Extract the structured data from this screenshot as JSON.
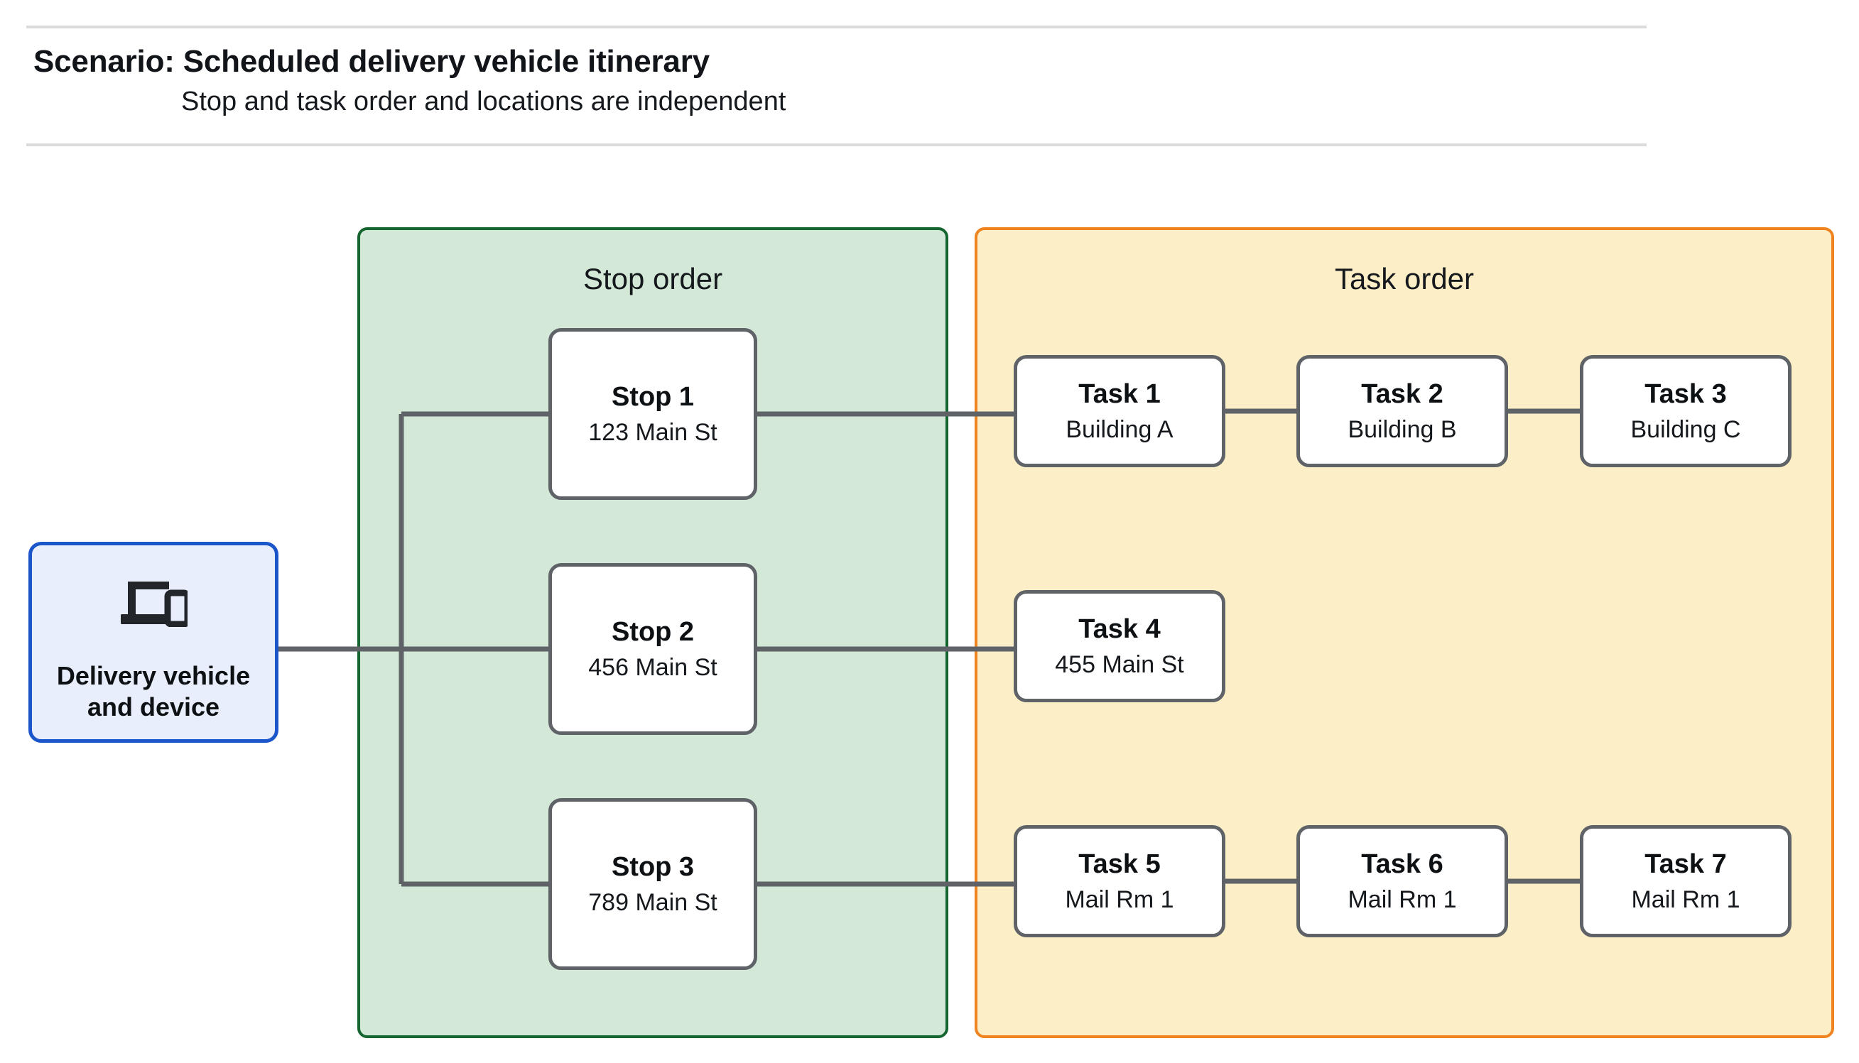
{
  "header": {
    "title": "Scenario: Scheduled delivery vehicle itinerary",
    "subtitle": "Stop and task order and locations are independent"
  },
  "vehicle": {
    "label": "Delivery vehicle\nand device",
    "icon": "devices-icon"
  },
  "groups": {
    "stop": {
      "title": "Stop order",
      "fill": "#d3e8d7",
      "border": "#14652f"
    },
    "task": {
      "title": "Task order",
      "fill": "#fcefc7",
      "border": "#ef8320"
    }
  },
  "stops": [
    {
      "title": "Stop 1",
      "address": "123 Main St"
    },
    {
      "title": "Stop 2",
      "address": "456 Main St"
    },
    {
      "title": "Stop 3",
      "address": "789 Main St"
    }
  ],
  "tasks": [
    {
      "title": "Task 1",
      "location": "Building A"
    },
    {
      "title": "Task 2",
      "location": "Building B"
    },
    {
      "title": "Task 3",
      "location": "Building C"
    },
    {
      "title": "Task 4",
      "location": "455 Main St"
    },
    {
      "title": "Task 5",
      "location": "Mail Rm 1"
    },
    {
      "title": "Task 6",
      "location": "Mail Rm 1"
    },
    {
      "title": "Task 7",
      "location": "Mail Rm 1"
    }
  ],
  "colors": {
    "connector": "#5f6368",
    "card_border": "#5f6368",
    "vehicle_border": "#1a56c9",
    "vehicle_fill": "#e8eefc",
    "rule": "#d9dbdd"
  }
}
